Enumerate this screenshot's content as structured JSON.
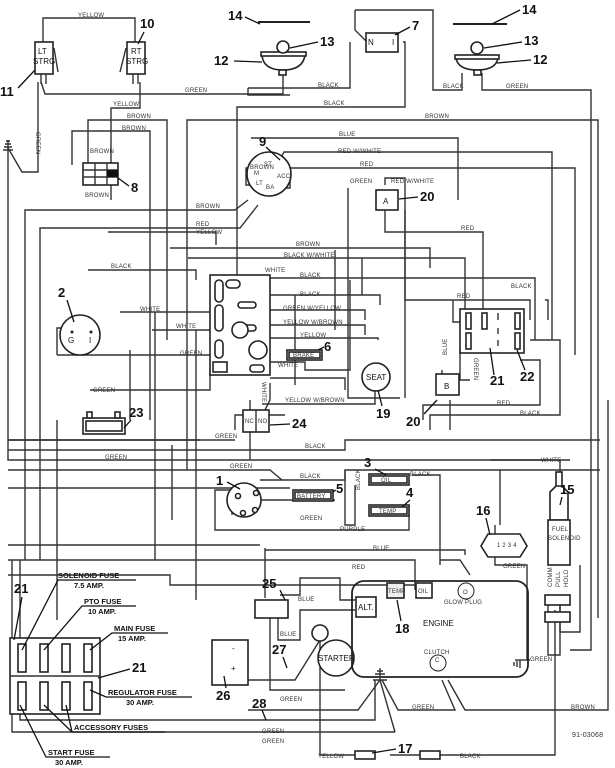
{
  "diagram": {
    "drawing_number": "91-03068",
    "callouts": [
      "1",
      "2",
      "3",
      "4",
      "5",
      "6",
      "7",
      "8",
      "9",
      "10",
      "11",
      "12",
      "13",
      "14",
      "15",
      "16",
      "17",
      "18",
      "19",
      "20",
      "21",
      "22",
      "23",
      "24",
      "25",
      "26",
      "27",
      "28"
    ],
    "components": {
      "lt_strg": "LT\nSTRG",
      "lt_strg_line1": "LT",
      "lt_strg_line2": "STRG",
      "rt_strg_line1": "RT",
      "rt_strg_line2": "STRG",
      "relay7_n": "N",
      "relay7_i": "I",
      "seat": "SEAT",
      "relay_a": "A",
      "relay_b": "B",
      "switch24_nc": "NC",
      "switch24_no": "NO",
      "brake": "BRAKE",
      "battery": "BATTERY",
      "oil_light": "OIL",
      "temp_light": "TEMP",
      "alt": "ALT.",
      "temp_sender": "TEMP",
      "oil_sender": "OIL",
      "glow_plug": "GLOW PLUG",
      "glow_plug_glyph": "O",
      "engine": "ENGINE",
      "clutch": "CLUTCH",
      "clutch_glyph": "C",
      "starter": "STARTER",
      "fuel_solenoid_line1": "FUEL",
      "fuel_solenoid_line2": "SOLENOID",
      "fuel_comm": "COMM",
      "fuel_pull": "PULL",
      "fuel_hold": "HOLD",
      "ign_st": "ST",
      "ign_m": "M",
      "ign_acc": "ACC",
      "ign_lt": "LT",
      "ign_bat": "BA",
      "reg_g": "G",
      "reg_i": "I",
      "diode_pins": "1 2 3 4",
      "battery26_minus": "-",
      "battery26_plus": "+"
    },
    "fuse_legend": {
      "solenoid_fuse": "SOLENOID FUSE",
      "solenoid_amp": "7.5 AMP.",
      "pto_fuse": "PTO FUSE",
      "pto_amp": "10 AMP.",
      "main_fuse": "MAIN FUSE",
      "main_amp": "15 AMP.",
      "regulator_fuse": "REGULATOR FUSE",
      "regulator_amp": "30 AMP.",
      "accessory_fuses": "ACCESSORY FUSES",
      "start_fuse": "START FUSE",
      "start_amp": "30 AMP."
    },
    "wire_labels": {
      "yellow_top": "YELLOW",
      "green_top": "GREEN",
      "black_7a": "BLACK",
      "black_7b": "BLACK",
      "black_12": "BLACK",
      "green_12": "GREEN",
      "yellow_8": "YELLOW",
      "brown_a": "BROWN",
      "brown_b": "BROWN",
      "brown_c": "BROWN",
      "brown_8a": "BROWN",
      "brown_8b": "BROWN",
      "green_left": "GREEN",
      "blue_9": "BLUE",
      "red_white_9": "RED W/WHITE",
      "red_9": "RED",
      "brown_9": "BROWN",
      "brown_9b": "BROWN",
      "red_9b": "RED",
      "yellow_9": "YELLOW",
      "green_20": "GREEN",
      "red_white_20": "RED W/WHITE",
      "red_mid": "RED",
      "brown_mid": "BROWN",
      "black_white": "BLACK W/WHITE",
      "black_reg": "BLACK",
      "black_1": "BLACK",
      "black_2": "BLACK",
      "green_yellow": "GREEN W/YELLOW",
      "yellow_brown": "YELLOW W/BROWN",
      "yellow_mid": "YELLOW",
      "white_1": "WHITE",
      "white_2": "WHITE",
      "white_3": "WHITE",
      "white_6": "WHITE",
      "green_mid": "GREEN",
      "green_23": "GREEN",
      "yellow_brown_19": "YELLOW W/BROWN",
      "white_24": "WHITE",
      "red_21": "RED",
      "black_22": "BLACK",
      "blue_20": "BLUE",
      "green_20b": "GREEN",
      "red_low": "RED",
      "black_low": "BLACK",
      "green_24": "GREEN",
      "black_long": "BLACK",
      "green_1": "GREEN",
      "black_1b": "BLACK",
      "black_3": "BLACK",
      "black_34": "BLACK",
      "green_5": "GREEN",
      "purple": "PURPLE",
      "blue_long": "BLUE",
      "red_temp": "RED",
      "white_15": "WHITE",
      "green_16": "GREEN",
      "blue_25a": "BLUE",
      "blue_25b": "BLUE",
      "green_engine": "GREEN",
      "green_28a": "GREEN",
      "green_28b": "GREEN",
      "green_28c": "GREEN",
      "green_clutch": "GREEN",
      "brown_clutch": "BROWN",
      "yellow_17": "YELLOW",
      "black_17": "BLACK"
    }
  }
}
